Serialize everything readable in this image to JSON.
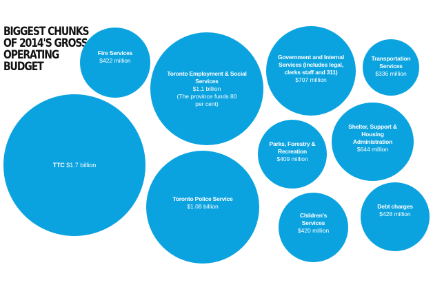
{
  "title": {
    "lines": [
      "Biggest chunks",
      "of 2014's gross",
      "operating",
      "budget"
    ]
  },
  "colors": {
    "bubble": "#0aa3e0",
    "text_on_bubble": "#ffffff",
    "title": "#111111",
    "background": "#ffffff"
  },
  "bubbles": [
    {
      "name": "TTC",
      "amount": "$1.7 billion",
      "note": ""
    },
    {
      "name": "Fire Services",
      "amount": "$422 million",
      "note": ""
    },
    {
      "name": "Toronto Employment & Social Services",
      "amount": "$1.1 billion",
      "note": "(The province funds 80 per cent)"
    },
    {
      "name": "Toronto Police Service",
      "amount": "$1.08 billion",
      "note": ""
    },
    {
      "name": "Government and Internal Services (includes legal, clerks staff and 311)",
      "amount": "$707 million",
      "note": ""
    },
    {
      "name": "Transportation Services",
      "amount": "$336 million",
      "note": ""
    },
    {
      "name": "Parks, Forestry & Recreation",
      "amount": "$409 million",
      "note": ""
    },
    {
      "name": "Shelter, Support & Housing Administration",
      "amount": "$644 million",
      "note": ""
    },
    {
      "name": "Children's Services",
      "amount": "$420 million",
      "note": ""
    },
    {
      "name": "Debt charges",
      "amount": "$428 million",
      "note": ""
    }
  ],
  "chart_data": {
    "type": "bubble",
    "title": "Biggest chunks of 2014's gross operating budget",
    "unit": "CAD millions",
    "categories": [
      "TTC",
      "Toronto Employment & Social Services",
      "Toronto Police Service",
      "Government and Internal Services (includes legal, clerks staff and 311)",
      "Shelter, Support & Housing Administration",
      "Debt charges",
      "Fire Services",
      "Children's Services",
      "Parks, Forestry & Recreation",
      "Transportation Services"
    ],
    "values": [
      1700,
      1100,
      1080,
      707,
      644,
      428,
      422,
      420,
      409,
      336
    ],
    "labels": [
      "$1.7 billion",
      "$1.1 billion",
      "$1.08 billion",
      "$707 million",
      "$644 million",
      "$428 million",
      "$422 million",
      "$420 million",
      "$409 million",
      "$336 million"
    ],
    "annotations": [
      {
        "category": "Toronto Employment & Social Services",
        "text": "(The province funds 80 per cent)"
      }
    ],
    "xlabel": "",
    "ylabel": "",
    "legend": "none",
    "grid": false
  }
}
